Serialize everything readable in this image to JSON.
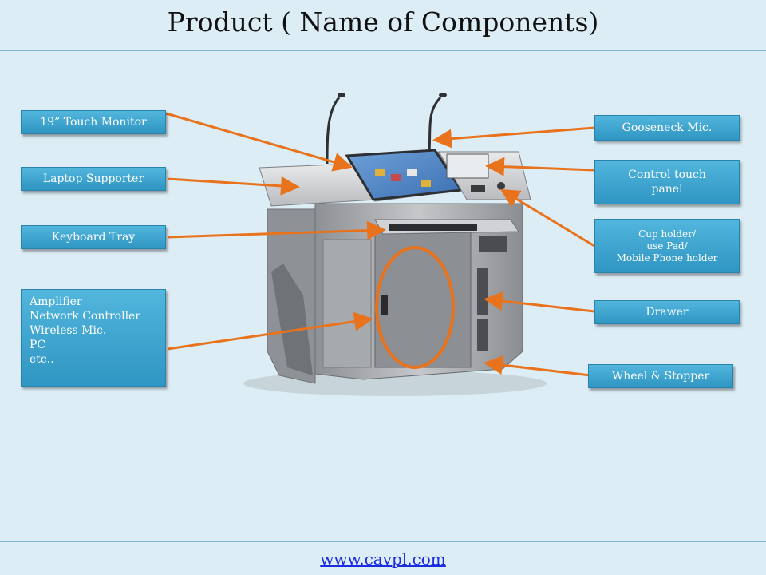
{
  "title": "Product ( Name of Components)",
  "labels": {
    "touch_monitor": "19” Touch  Monitor",
    "laptop_supporter": "Laptop Supporter",
    "keyboard_tray": "Keyboard Tray",
    "amplifier_block": [
      "Amplifier",
      "Network Controller",
      "Wireless Mic.",
      "PC",
      "etc.."
    ],
    "gooseneck_mic": "Gooseneck Mic.",
    "control_touch_panel": [
      "Control touch",
      "panel"
    ],
    "cup_holder": [
      "Cup holder/",
      "use Pad/",
      "Mobile Phone holder"
    ],
    "drawer": "Drawer",
    "wheel_stopper": "Wheel & Stopper"
  },
  "footer": {
    "url": "www.cavpl.com"
  },
  "colors": {
    "background": "#dcedf5",
    "label_fill": "#3aa6d0",
    "arrow": "#e8731c",
    "highlight_ellipse": "#e8731c"
  }
}
